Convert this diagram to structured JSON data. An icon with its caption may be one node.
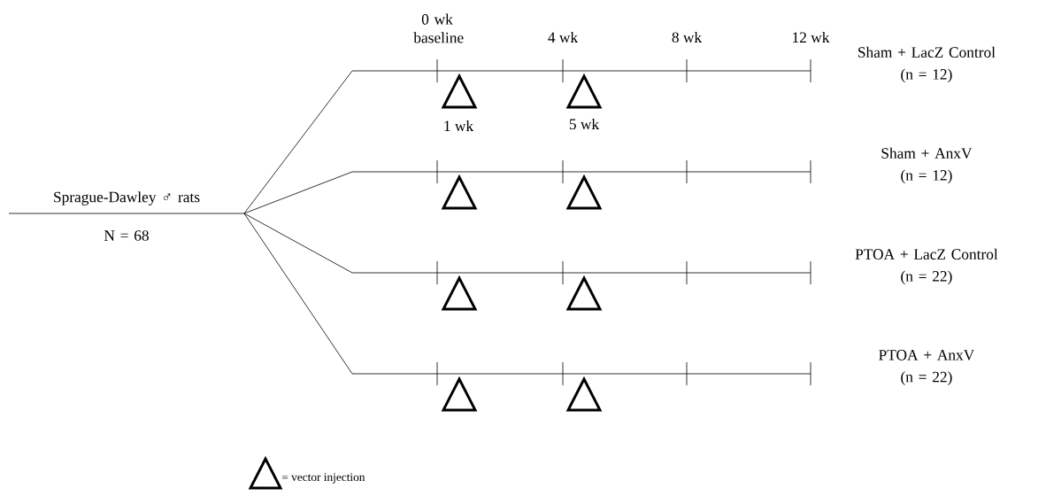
{
  "diagram": {
    "nodes": [
      {
        "text": [
          "Sprague-Dawley ♂ rats",
          "N = 68"
        ]
      },
      {
        "text": [
          "Sham + LacZ Control",
          "(n = 12)"
        ]
      },
      {
        "text": [
          "Sham + AnxV",
          "(n = 12)"
        ]
      },
      {
        "text": [
          "PTOA + LacZ Control",
          "(n = 22)"
        ]
      },
      {
        "text": [
          "PTOA + AnxV",
          "(n = 22)"
        ]
      }
    ],
    "edges": [
      {
        "from": 0,
        "to": 1,
        "arrow": "none"
      },
      {
        "from": 0,
        "to": 2,
        "arrow": "none"
      },
      {
        "from": 0,
        "to": 3,
        "arrow": "none"
      },
      {
        "from": 0,
        "to": 4,
        "arrow": "none"
      }
    ],
    "labels": [
      "0 wk baseline",
      "4 wk",
      "8 wk",
      "12 wk",
      "1 wk",
      "5 wk"
    ],
    "legend": [
      {
        "text": "= vector injection"
      }
    ]
  }
}
